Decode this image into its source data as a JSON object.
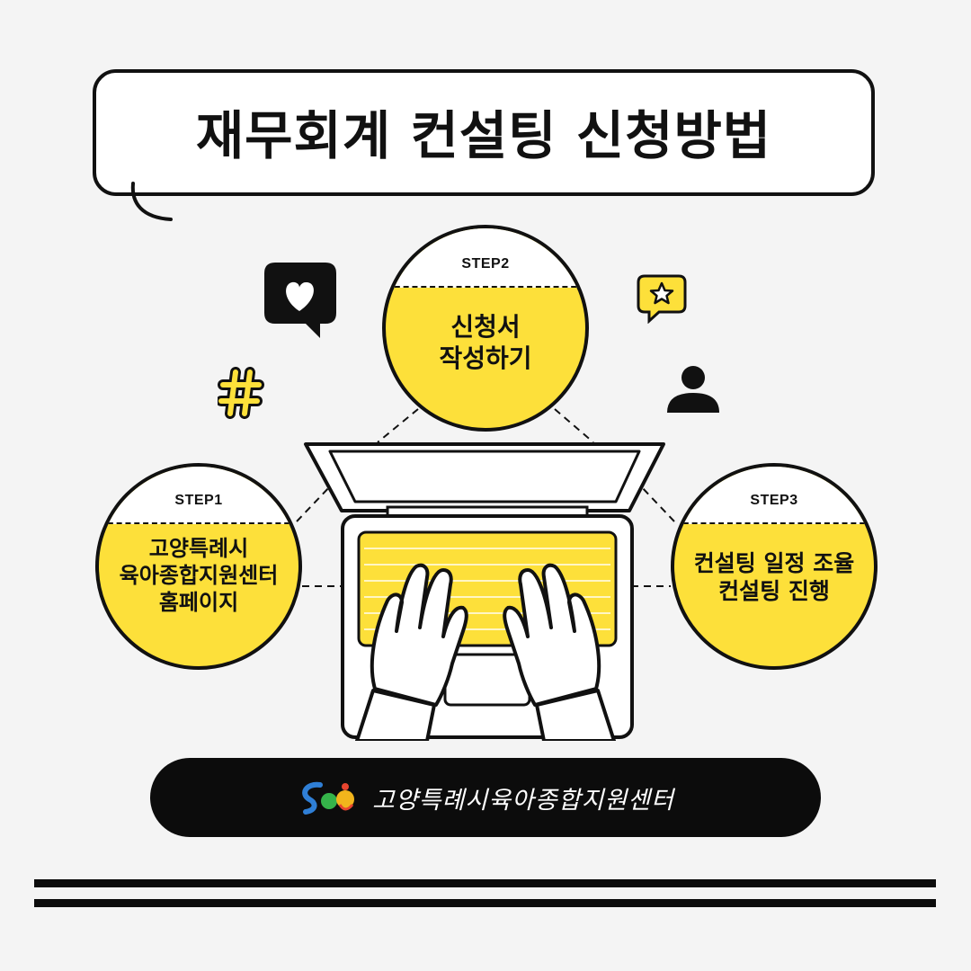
{
  "title": "재무회계 컨설팅 신청방법",
  "steps": [
    {
      "label": "STEP1",
      "lines": [
        "고양특례시",
        "육아종합지원센터",
        "홈페이지"
      ]
    },
    {
      "label": "STEP2",
      "lines": [
        "신청서",
        "작성하기"
      ]
    },
    {
      "label": "STEP3",
      "lines": [
        "컨설팅 일정 조율",
        "컨설팅 진행"
      ]
    }
  ],
  "footer": {
    "org_name": "고양특례시육아종합지원센터"
  },
  "icons": {
    "speech_heart": "heart-speech-bubble-icon",
    "hashtag": "hashtag-icon",
    "star_bubble": "star-speech-bubble-icon",
    "user": "user-icon",
    "laptop": "laptop-typing-illustration"
  },
  "colors": {
    "accent": "#fde03a",
    "ink": "#111111",
    "background": "#f4f4f4"
  }
}
